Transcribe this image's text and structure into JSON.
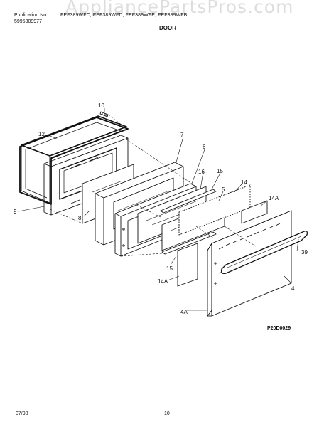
{
  "header": {
    "publication_label": "Publication No.",
    "publication_number": "5995309977",
    "models": "FEF389WFC, FEF389WFD, FEF389WFE, FEF389WFB",
    "watermark": "AppliancePartsPros.com",
    "section_title": "DOOR"
  },
  "callouts": {
    "c10": "10",
    "c12": "12",
    "c7": "7",
    "c6": "6",
    "c16": "16",
    "c15a": "15",
    "c14": "14",
    "c5": "5",
    "c9": "9",
    "c8a": "8",
    "c14a_top": "14A",
    "c39": "39",
    "c15b": "15",
    "c14a_left": "14A",
    "c4": "4",
    "c4a": "4A"
  },
  "diagram_code": "P20D0029",
  "footer": {
    "date": "07/98",
    "page": "10"
  }
}
